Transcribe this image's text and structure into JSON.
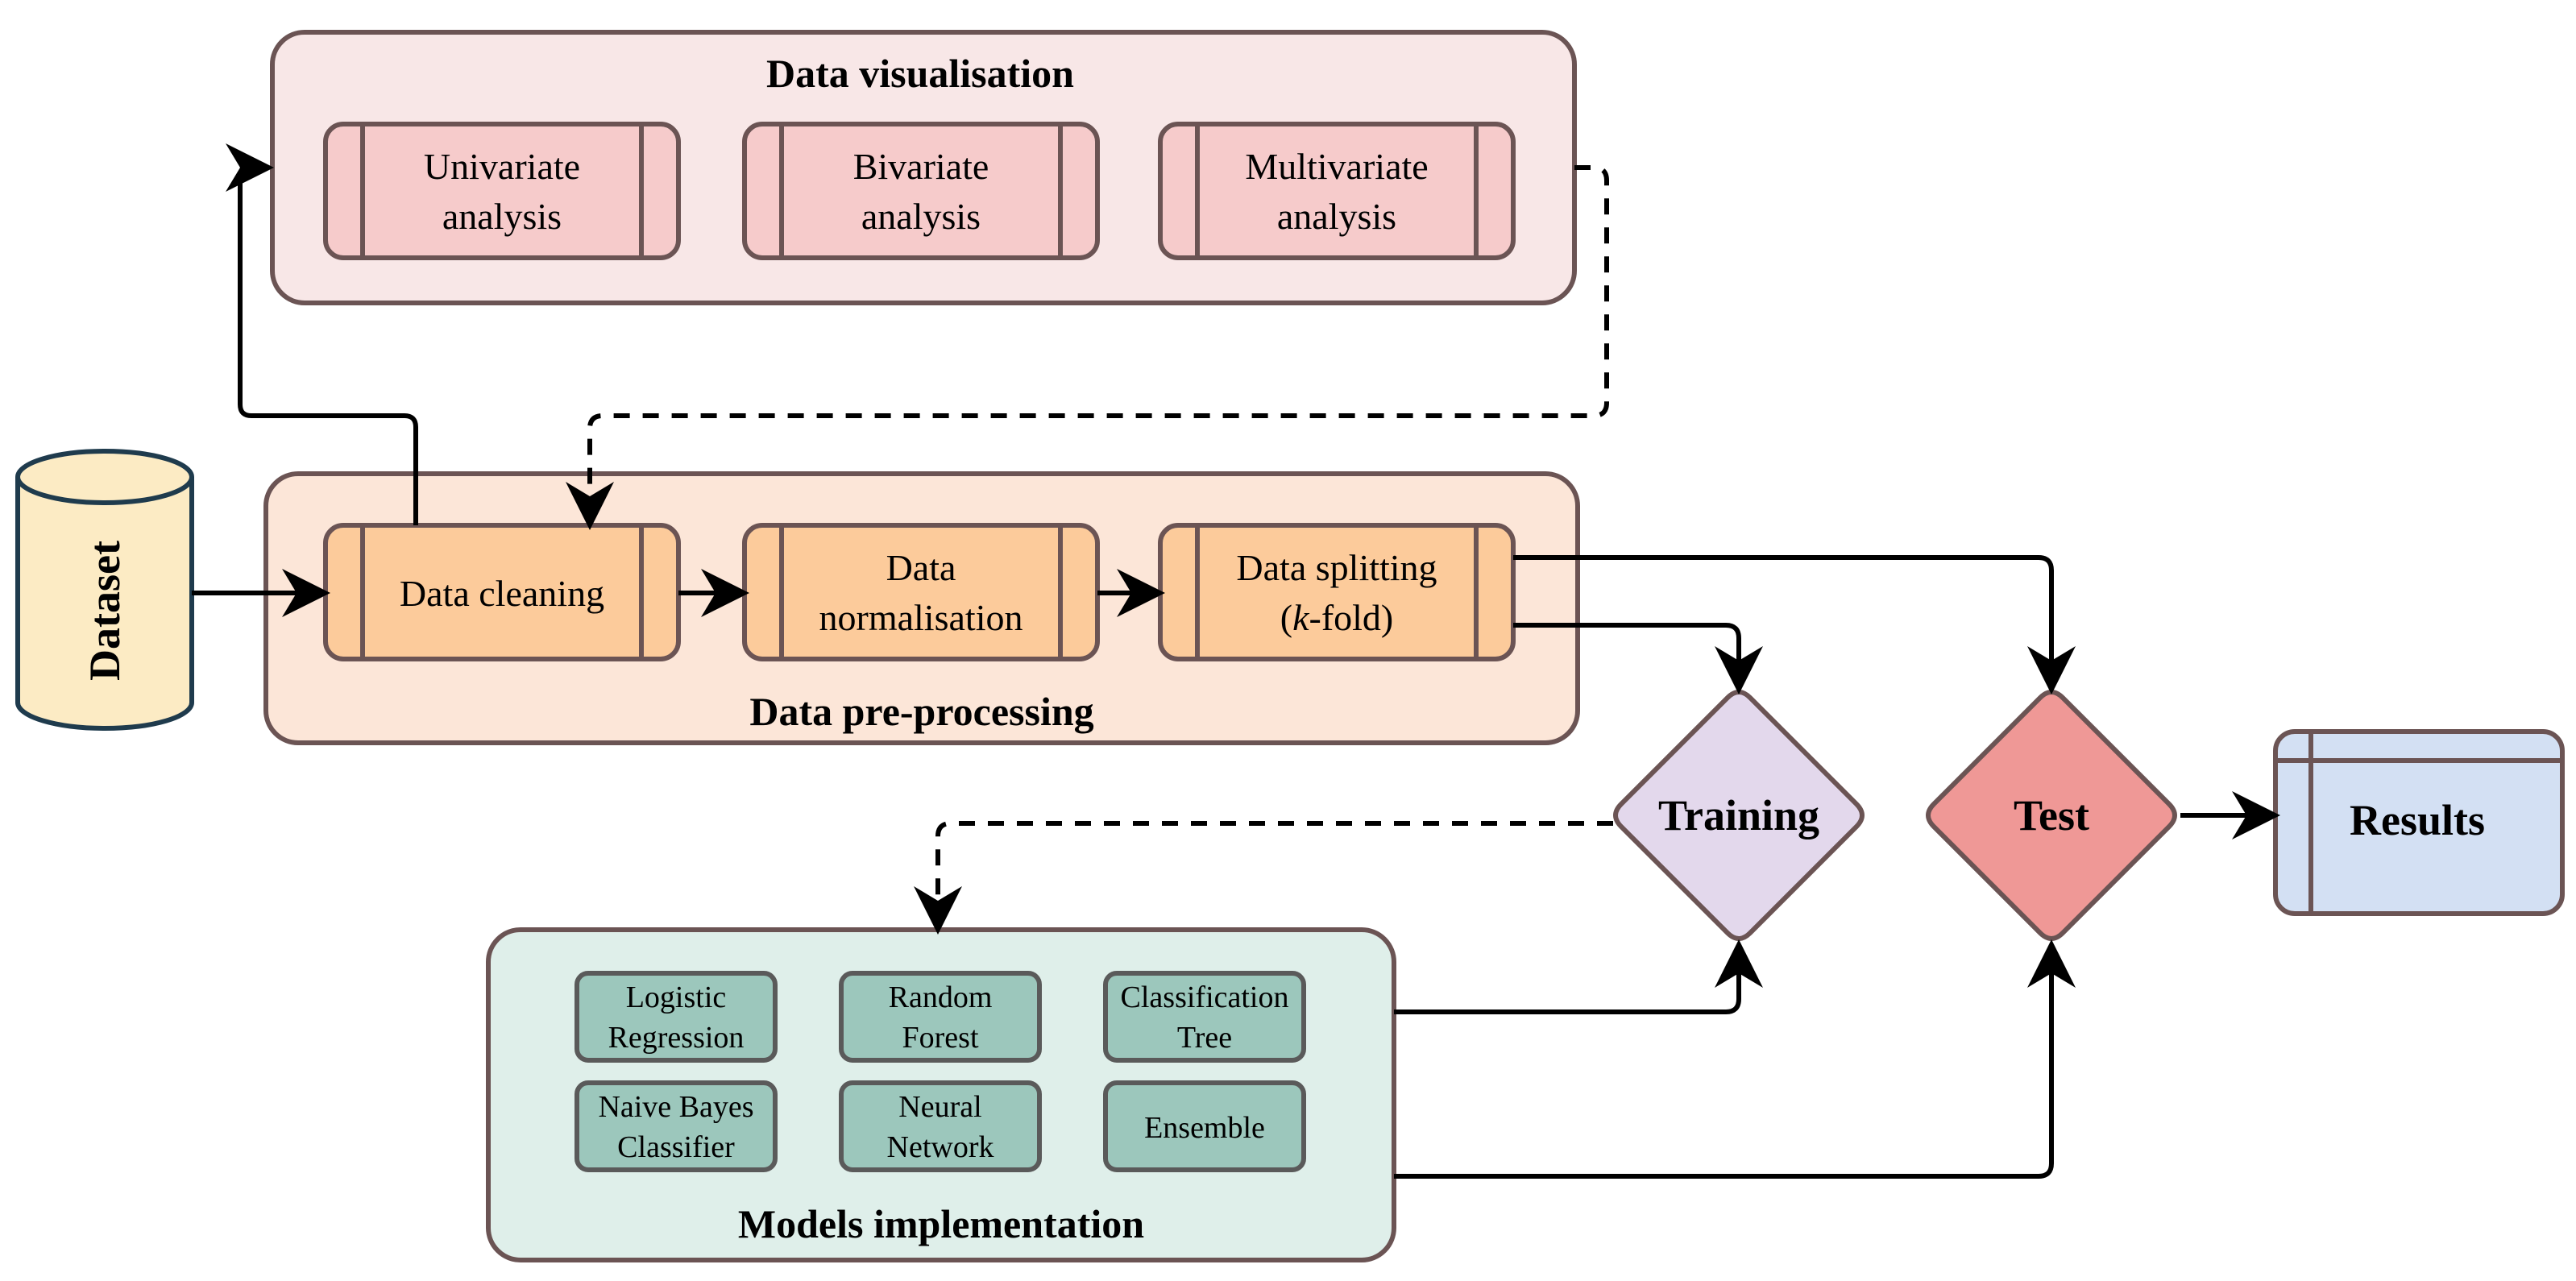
{
  "colors": {
    "visualisation_panel": "#F8E7E7",
    "visualisation_box": "#F6CBCB",
    "preprocessing_panel": "#FCE6D8",
    "preprocessing_box": "#FCCB9B",
    "models_panel": "#DFEFEA",
    "models_box": "#9CC7BC",
    "dataset_fill": "#FCEBC4",
    "dataset_stroke": "#1F3B4D",
    "training_fill": "#E3D8EC",
    "test_fill": "#EF9896",
    "results_fill": "#D3E0F3",
    "border": "#6B5454",
    "arrow": "#000000"
  },
  "dataset": {
    "label": "Dataset"
  },
  "visualisation": {
    "title": "Data visualisation",
    "steps": [
      {
        "line1": "Univariate",
        "line2": "analysis"
      },
      {
        "line1": "Bivariate",
        "line2": "analysis"
      },
      {
        "line1": "Multivariate",
        "line2": "analysis"
      }
    ]
  },
  "preprocessing": {
    "title": "Data pre-processing",
    "steps": [
      {
        "line1": "Data cleaning",
        "line2": ""
      },
      {
        "line1": "Data",
        "line2": "normalisation"
      },
      {
        "line1": "Data splitting",
        "line2_pre": "(",
        "line2_italic": "k",
        "line2_post": "-fold)"
      }
    ]
  },
  "training": {
    "label": "Training"
  },
  "test": {
    "label": "Test"
  },
  "results": {
    "label": "Results"
  },
  "models": {
    "title": "Models implementation",
    "items": [
      {
        "line1": "Logistic",
        "line2": "Regression"
      },
      {
        "line1": "Random",
        "line2": "Forest"
      },
      {
        "line1": "Classification",
        "line2": "Tree"
      },
      {
        "line1": "Naive Bayes",
        "line2": "Classifier"
      },
      {
        "line1": "Neural",
        "line2": "Network"
      },
      {
        "line1": "Ensemble",
        "line2": ""
      }
    ]
  }
}
